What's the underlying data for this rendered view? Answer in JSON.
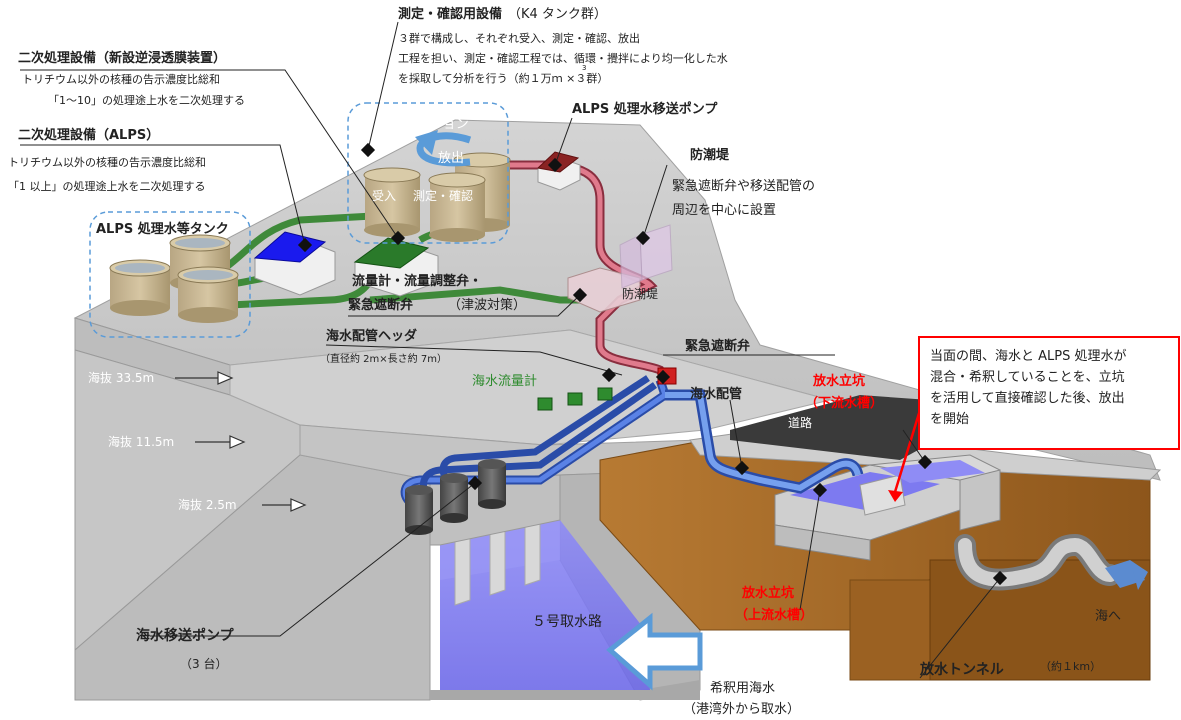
{
  "labels": {
    "k4_title": "測定・確認用設備",
    "k4_title_paren": "（K4 タンク群）",
    "k4_desc1": "３群で構成し、それぞれ受入、測定・確認、放出",
    "k4_desc2": "工程を担い、測定・確認工程では、循環・攪拌により均一化した水",
    "k4_desc3": "を採取して分析を行う（約１万ｍ ×３群）",
    "k4_super": "3",
    "ro_title": "二次処理設備（新設逆浸透膜装置）",
    "ro_desc1": "トリチウム以外の核種の告示濃度比総和",
    "ro_desc2": "「1～10」の処理途上水を二次処理する",
    "alps2_title": "二次処理設備（ALPS）",
    "alps2_desc1": "トリチウム以外の核種の告示濃度比総和",
    "alps2_desc2": "「1 以上」の処理途上水を二次処理する",
    "rotation": "ローテーション",
    "discharge": "放出",
    "receive": "受入",
    "measure": "測定・確認",
    "alps_pump": "ALPS 処理水移送ポンプ",
    "seawall_title": "防潮堤",
    "seawall_desc1": "緊急遮断弁や移送配管の",
    "seawall_desc2": "周辺を中心に設置",
    "alps_tanks": "ALPS 処理水等タンク",
    "flowmeter1": "流量計・流量調整弁・",
    "flowmeter2": "緊急遮断弁",
    "flowmeter2_paren": "（津波対策）",
    "seawall_small": "防潮堤",
    "header_title": "海水配管ヘッダ",
    "header_size": "（直径約 2m×長さ約 7m）",
    "emergency_valve": "緊急遮断弁",
    "elev1": "海抜 33.5m",
    "elev2": "海抜 11.5m",
    "elev3": "海抜 2.5m",
    "seawater_flow": "海水流量計",
    "seawater_pipe": "海水配管",
    "shaft_down1": "放水立坑",
    "shaft_down2": "（下流水槽）",
    "road": "道路",
    "shaft_up1": "放水立坑",
    "shaft_up2": "（上流水槽）",
    "intake": "５号取水路",
    "seawater_pump": "海水移送ポンプ",
    "pump_count": "（3 台）",
    "dilution1": "希釈用海水",
    "dilution2": "（港湾外から取水）",
    "tunnel": "放水トンネル",
    "tunnel_len": "（約１km）",
    "to_sea": "海へ"
  },
  "notice": {
    "line1": "当面の間、海水と ALPS 処理水が",
    "line2": "混合・希釈していることを、立坑",
    "line3": "を活用して直接確認した後、放出",
    "line4": "を開始"
  },
  "colors": {
    "concrete": "#c9c9c9",
    "soil": "#a86a26",
    "water": "#7b78f0",
    "tank": "#c9b896",
    "green_pipe": "#3f8a3a",
    "blue_pipe": "#4a6fd6",
    "red_pipe": "#d65c72",
    "accent_red": "#ff0000"
  }
}
